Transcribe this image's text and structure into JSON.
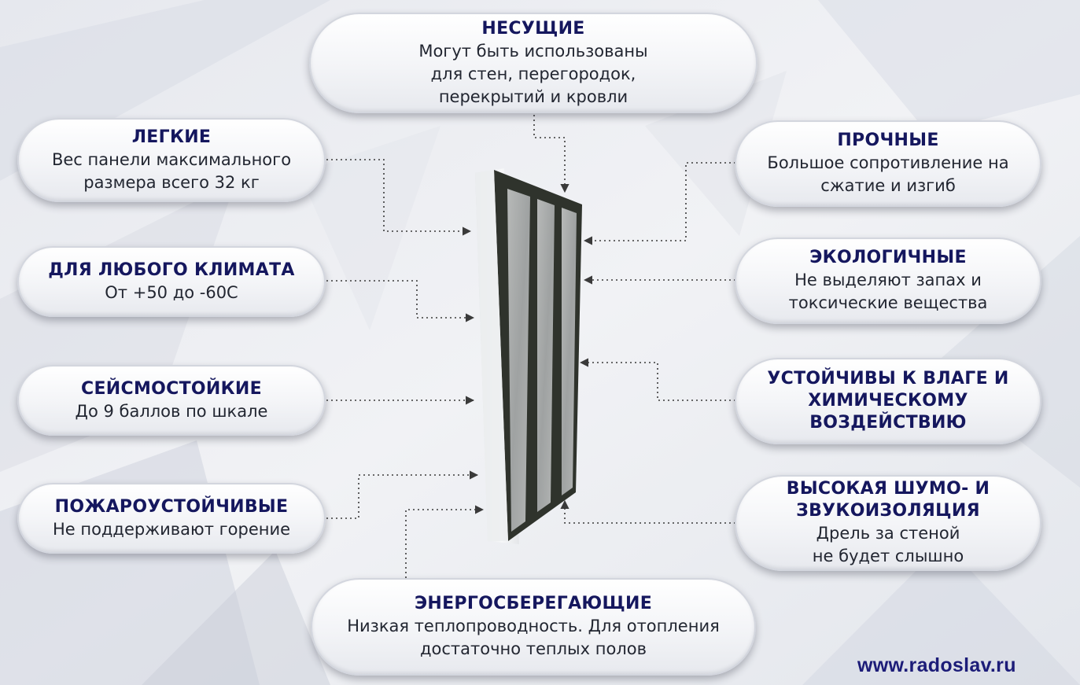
{
  "features": {
    "bearing": {
      "title": "НЕСУЩИЕ",
      "desc": [
        "Могут быть использованы",
        "для стен, перегородок,",
        "перекрытий и кровли"
      ]
    },
    "light": {
      "title": "ЛЕГКИЕ",
      "desc": [
        "Вес панели максимального",
        "размера всего 32 кг"
      ]
    },
    "climate": {
      "title": "ДЛЯ ЛЮБОГО КЛИМАТА",
      "desc": [
        "От +50 до -60С"
      ]
    },
    "seismic": {
      "title": "СЕЙСМОСТОЙКИЕ",
      "desc": [
        "До 9 баллов по шкале"
      ]
    },
    "fire": {
      "title": "ПОЖАРОУСТОЙЧИВЫЕ",
      "desc": [
        "Не поддерживают горение"
      ]
    },
    "energy": {
      "title": "ЭНЕРГОСБЕРЕГАЮЩИЕ",
      "desc": [
        "Низкая теплопроводность. Для отопления",
        "достаточно теплых полов"
      ]
    },
    "strong": {
      "title": "ПРОЧНЫЕ",
      "desc": [
        "Большое сопротивление на",
        "сжатие и изгиб"
      ]
    },
    "eco": {
      "title": "ЭКОЛОГИЧНЫЕ",
      "desc": [
        "Не выделяют запах и",
        "токсические вещества"
      ]
    },
    "moisture": {
      "title": [
        "УСТОЙЧИВЫ К ВЛАГЕ И",
        "ХИМИЧЕСКОМУ",
        "ВОЗДЕЙСТВИЮ"
      ]
    },
    "sound": {
      "title": [
        "ВЫСОКАЯ ШУМО- И",
        "ЗВУКОИЗОЛЯЦИЯ"
      ],
      "desc": [
        "Дрель за стеной",
        "не будет слышно"
      ]
    }
  },
  "footer": {
    "url": "www.radoslav.ru"
  },
  "colors": {
    "title": "#15175e",
    "text": "#222631",
    "connector": "#3a3a3a",
    "panel_frame": "#2f332c",
    "panel_fill": "#a9abab",
    "footer": "#1c1c78"
  },
  "icons": {
    "panel": "wall-panel-illustration",
    "arrow": "arrow-head-icon"
  }
}
